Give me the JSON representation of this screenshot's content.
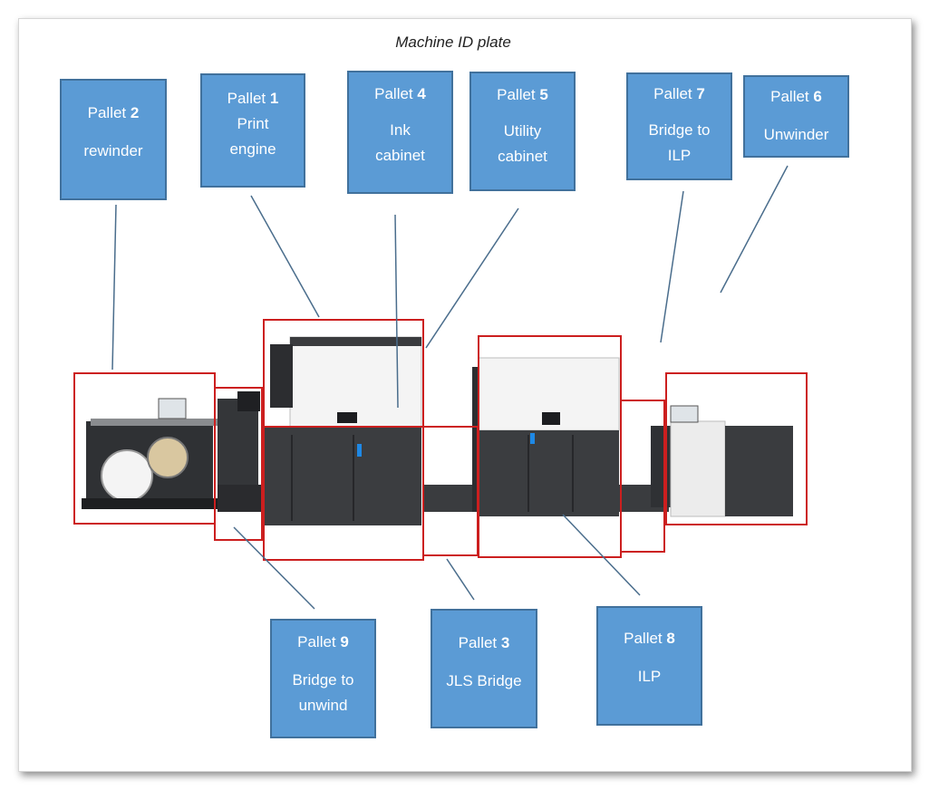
{
  "title": "Machine ID plate",
  "pallet_word": "Pallet",
  "pallets": [
    {
      "id": "p2",
      "number": "2",
      "desc": "rewinder"
    },
    {
      "id": "p1",
      "number": "1",
      "desc": "Print engine"
    },
    {
      "id": "p4",
      "number": "4",
      "desc": "Ink cabinet"
    },
    {
      "id": "p5",
      "number": "5",
      "desc": "Utility cabinet"
    },
    {
      "id": "p7",
      "number": "7",
      "desc": "Bridge to ILP"
    },
    {
      "id": "p6",
      "number": "6",
      "desc": "Unwinder"
    },
    {
      "id": "p9",
      "number": "9",
      "desc": "Bridge to unwind"
    },
    {
      "id": "p3",
      "number": "3",
      "desc": "JLS Bridge"
    },
    {
      "id": "p8",
      "number": "8",
      "desc": "ILP"
    }
  ],
  "colors": {
    "box_fill": "#5b9bd5",
    "box_border": "#41719c",
    "highlight": "#cc1f1f",
    "machine_dark": "#3b3d40",
    "machine_light": "#f0f0f0"
  }
}
